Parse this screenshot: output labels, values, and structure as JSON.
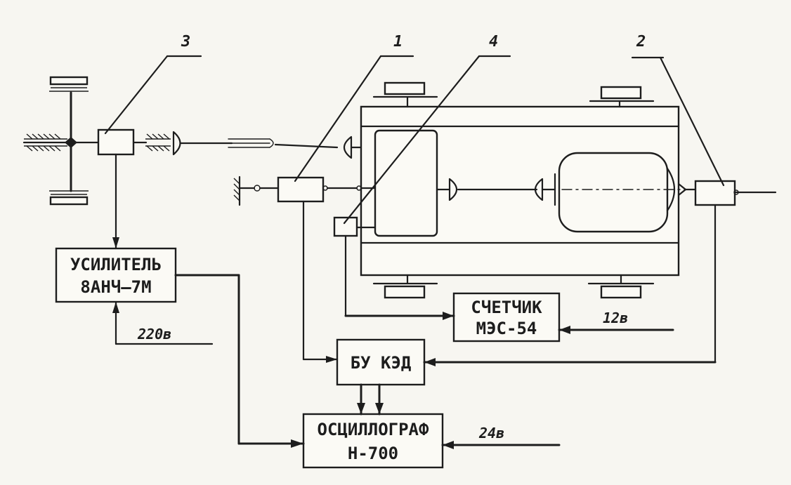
{
  "labels": {
    "l1": "1",
    "l2": "2",
    "l3": "3",
    "l4": "4"
  },
  "blocks": {
    "amplifier": {
      "line1": "УСИЛИТЕЛЬ",
      "line2": "8АНЧ–7М"
    },
    "counter": {
      "line1": "СЧЕТЧИК",
      "line2": "МЭС-54"
    },
    "control": {
      "line1": "БУ КЭД"
    },
    "oscillograph": {
      "line1": "ОСЦИЛЛОГРАФ",
      "line2": "Н-700"
    }
  },
  "supplies": {
    "amp": "220в",
    "counter": "12в",
    "osc": "24в"
  }
}
